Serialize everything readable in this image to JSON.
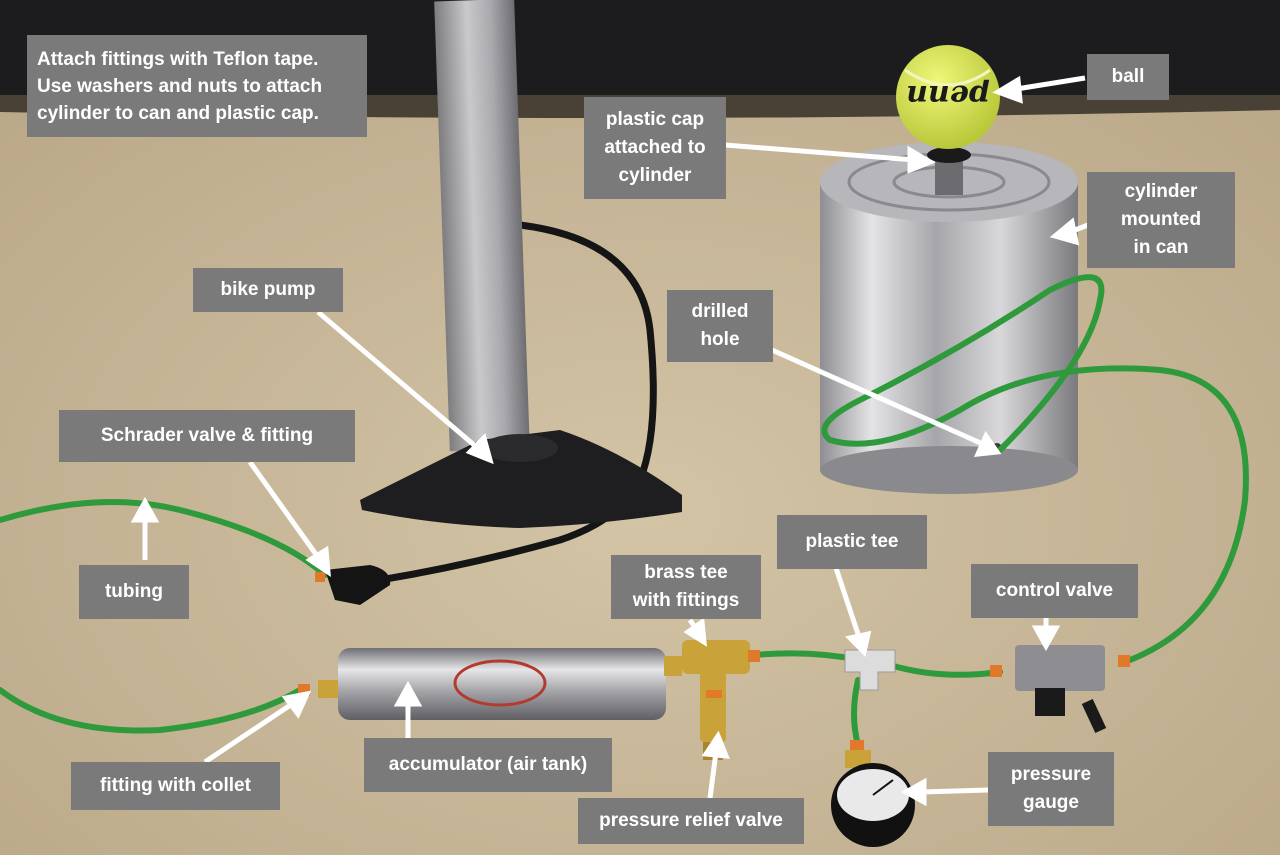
{
  "annotations": {
    "instructions": "Attach fittings with Teflon tape.\nUse washers and nuts to attach\ncylinder to can and plastic cap.",
    "ball": "ball",
    "plastic_cap": "plastic cap\nattached to\ncylinder",
    "cylinder_mounted": "cylinder\nmounted\nin can",
    "bike_pump": "bike pump",
    "drilled_hole": "drilled\nhole",
    "schrader_valve": "Schrader valve & fitting",
    "tubing": "tubing",
    "brass_tee": "brass tee\nwith fittings",
    "plastic_tee": "plastic tee",
    "control_valve": "control valve",
    "fitting_with_collet": "fitting with collet",
    "accumulator": "accumulator (air tank)",
    "pressure_relief_valve": "pressure relief valve",
    "pressure_gauge": "pressure\ngauge"
  },
  "ball_brand": "penn",
  "colors": {
    "carpet": "#c9b99c",
    "label_bg": "#7a7a7a",
    "label_text": "#ffffff",
    "tubing": "#2f9a3c",
    "ball": "#d9e84a",
    "brass": "#c9a23a"
  }
}
